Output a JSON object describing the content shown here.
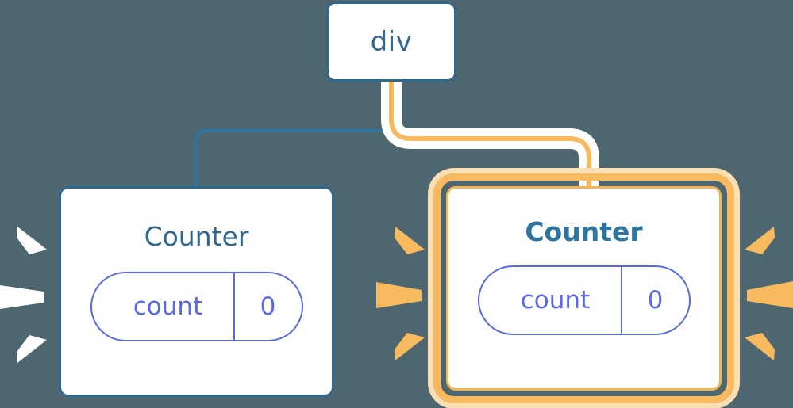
{
  "diagram": {
    "title_semantic": "component-tree-rerender-highlight",
    "background_color": "#4d6670",
    "nodes": [
      {
        "id": "div",
        "label": "div",
        "type": "element",
        "highlighted": false,
        "border_color": "#31688f",
        "title_color": "#31688f"
      },
      {
        "id": "counter-left",
        "label": "Counter",
        "type": "component",
        "highlighted": false,
        "border_color": "#31688f",
        "title_color": "#31688f",
        "state": {
          "key": "count",
          "value": "0",
          "color": "#5b6ae0"
        },
        "sparkle_color": "#ffffff"
      },
      {
        "id": "counter-right",
        "label": "Counter",
        "type": "component",
        "highlighted": true,
        "border_color": "#f8ba5e",
        "glow_color": "#fbdfb3",
        "title_color": "#2d74a1",
        "state": {
          "key": "count",
          "value": "0",
          "color": "#5b6ae0"
        },
        "sparkle_color": "#f8ba5e"
      }
    ],
    "edges": [
      {
        "id": "edge-div-to-counter-left",
        "from": "div",
        "to": "counter-left",
        "color": "#2d74a1",
        "highlighted": false
      },
      {
        "id": "edge-div-to-counter-right",
        "from": "div",
        "to": "counter-right",
        "color": "#f8ba5e",
        "halo_color": "#ffffff",
        "highlighted": true
      }
    ]
  }
}
